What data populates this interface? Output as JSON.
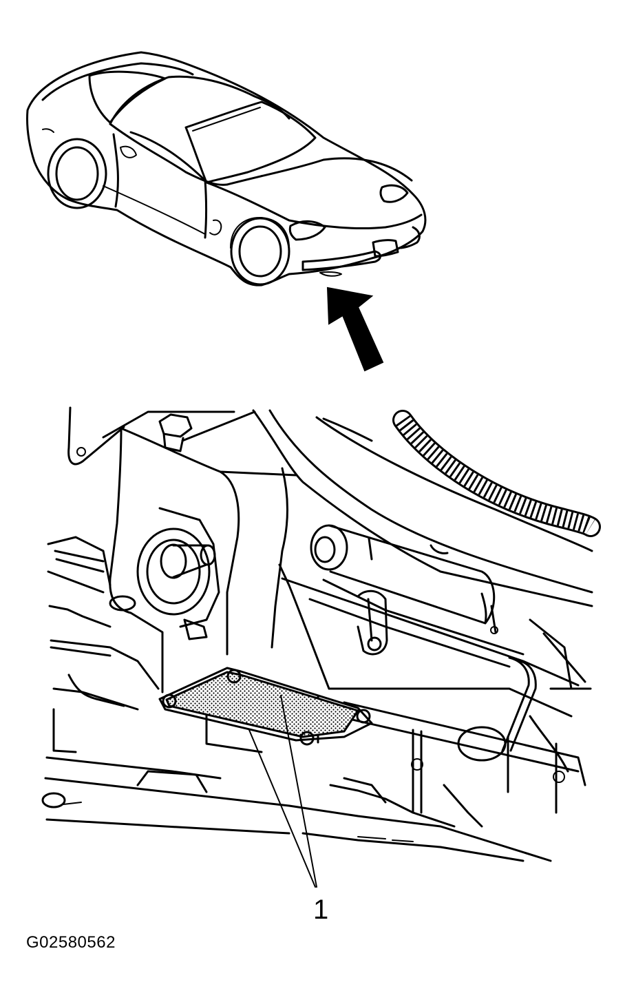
{
  "callouts": [
    {
      "label": "1",
      "target": "shaded-shield-panel"
    }
  ],
  "figure_id": "G02580562",
  "colors": {
    "line": "#000000",
    "background": "#ffffff",
    "shading": "#7a7a7a"
  },
  "icons": {
    "view_indicator": "arrow-up-left-icon"
  }
}
